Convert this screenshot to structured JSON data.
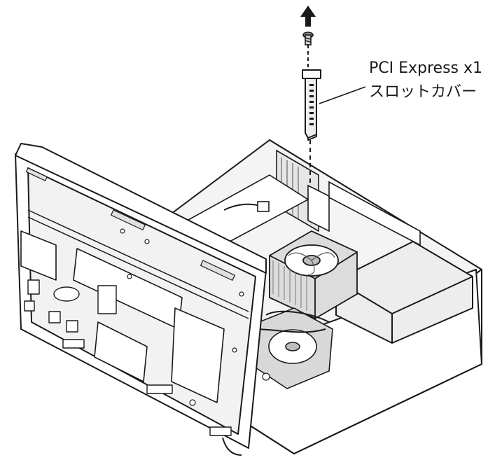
{
  "diagram": {
    "callout": {
      "line1": "PCI Express x1",
      "line2": "スロットカバー"
    },
    "icons": {
      "up-arrow": "up-arrow-icon",
      "screw": "screw-icon",
      "slot-cover": "slot-cover-bracket",
      "chassis": "desktop-pc-chassis",
      "fan": "cpu-fan"
    },
    "colors": {
      "line": "#1a1a1a",
      "fill": "#ffffff",
      "shade": "#d4d4d4",
      "dark": "#8c8c8c"
    }
  }
}
